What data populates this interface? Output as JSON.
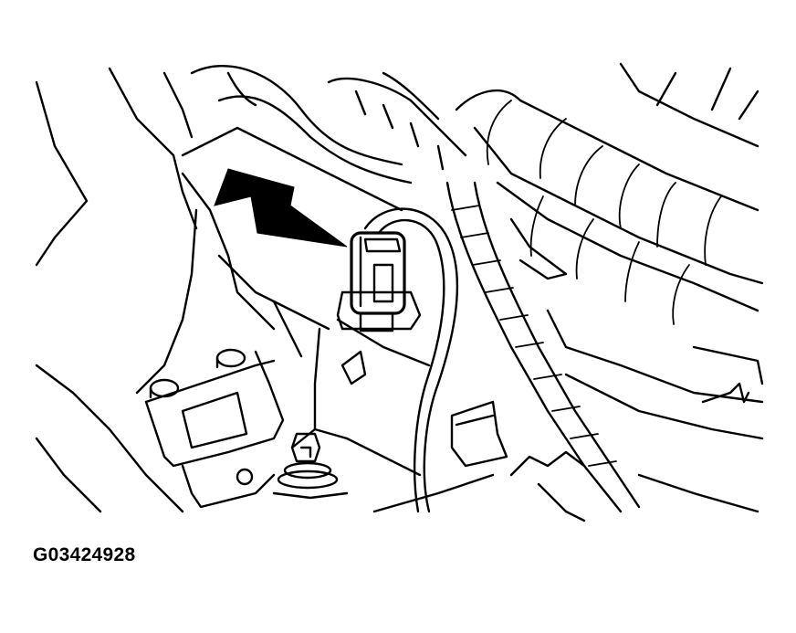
{
  "figure": {
    "id_label": "G03424928",
    "description": "Engine component line drawing with arrow pointing to sensor connector",
    "callouts": [
      {
        "type": "arrow",
        "target": "sensor-connector",
        "color": "#000000"
      }
    ],
    "colors": {
      "line": "#000000",
      "background": "#ffffff"
    }
  }
}
